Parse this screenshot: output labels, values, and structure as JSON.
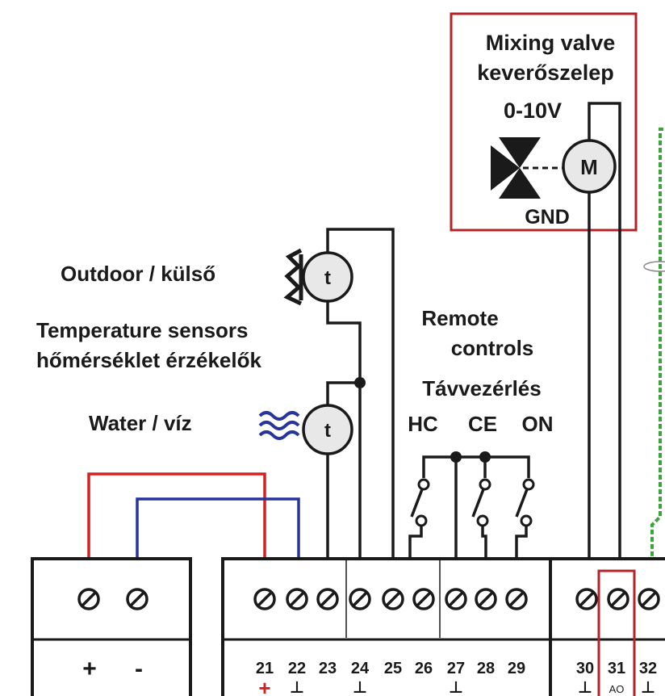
{
  "labels": {
    "mixing_valve_en": "Mixing valve",
    "mixing_valve_hu": "keverőszelep",
    "voltage": "0-10V",
    "gnd": "GND",
    "motor": "M",
    "outdoor": "Outdoor / külső",
    "temp_sensors_en": "Temperature sensors",
    "temp_sensors_hu": "hőmérséklet érzékelők",
    "water": "Water / víz",
    "sensor_t": "t",
    "remote_en_1": "Remote",
    "remote_en_2": "controls",
    "remote_hu": "Távvezérlés",
    "hc": "HC",
    "ce": "CE",
    "on": "ON"
  },
  "power_terminal": {
    "plus": "+",
    "minus": "-"
  },
  "terminals": {
    "t21": "21",
    "t22": "22",
    "t23": "23",
    "t24": "24",
    "t25": "25",
    "t26": "26",
    "t27": "27",
    "t28": "28",
    "t29": "29",
    "t30": "30",
    "t31": "31",
    "t32": "32"
  },
  "marks": {
    "plus_red": "+",
    "ground": "⊥",
    "ao": "AO"
  },
  "colors": {
    "wire": "#1a1a1a",
    "wire_positive": "#d42020",
    "wire_negative": "#27359a",
    "highlight": "#b3232a",
    "water_waves": "#27359a",
    "pcb_green": "#3aa63a"
  }
}
